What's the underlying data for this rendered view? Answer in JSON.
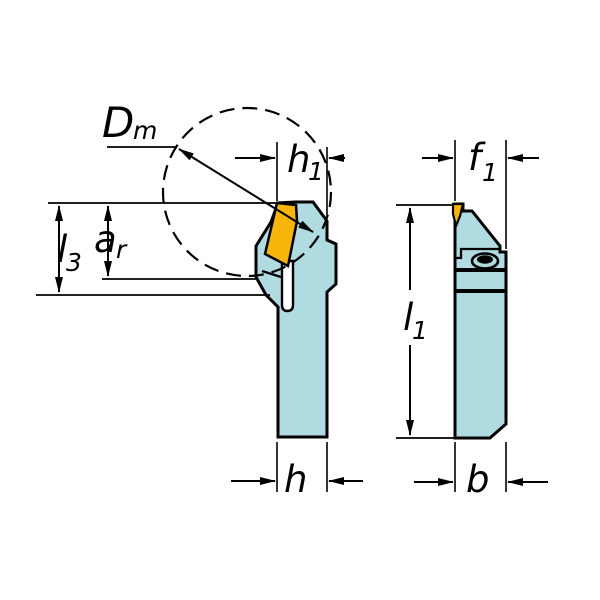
{
  "colors": {
    "tool_body": "#afdbe1",
    "insert": "#f7b50c",
    "outline": "#000000",
    "background": "#ffffff"
  },
  "dimensions": {
    "Dm": {
      "main": "D",
      "sub": "m"
    },
    "h1": {
      "main": "h",
      "sub": "1"
    },
    "l3": {
      "main": "l",
      "sub": "3"
    },
    "ar": {
      "main": "a",
      "sub": "r"
    },
    "h": {
      "main": "h"
    },
    "f1": {
      "main": "f",
      "sub": "1"
    },
    "l1": {
      "main": "l",
      "sub": "1"
    },
    "b": {
      "main": "b"
    }
  }
}
